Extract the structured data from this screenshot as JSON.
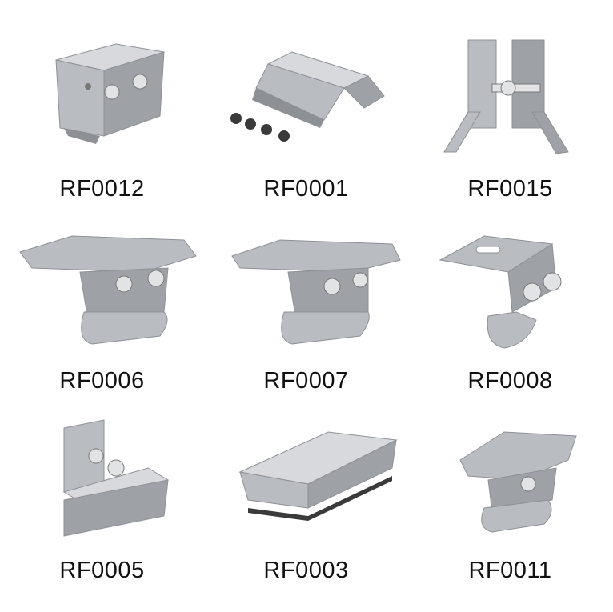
{
  "products": [
    {
      "code": "RF0012",
      "icon": "rail-mid-clamp-icon"
    },
    {
      "code": "RF0001",
      "icon": "trapezoid-bracket-with-screws-icon"
    },
    {
      "code": "RF0015",
      "icon": "hanger-bracket-icon"
    },
    {
      "code": "RF0006",
      "icon": "plate-clip-bracket-icon"
    },
    {
      "code": "RF0007",
      "icon": "plate-clip-bracket-icon"
    },
    {
      "code": "RF0008",
      "icon": "round-seam-clamp-icon"
    },
    {
      "code": "RF0005",
      "icon": "l-foot-clamp-icon"
    },
    {
      "code": "RF0003",
      "icon": "mini-rail-icon"
    },
    {
      "code": "RF0011",
      "icon": "plate-seam-clamp-icon"
    }
  ],
  "colors": {
    "metal": "#b9bcc0",
    "metal_dark": "#8d9196",
    "metal_light": "#d7d9dc",
    "bolt": "#e2e3e5",
    "gasket": "#3a3a3a"
  }
}
